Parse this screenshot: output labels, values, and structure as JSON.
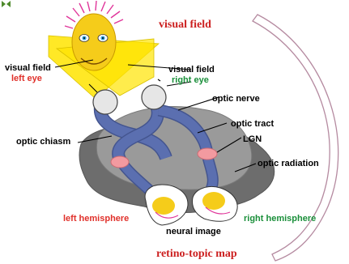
{
  "colors": {
    "yellow": "#ffe400",
    "face": "#f5cc1a",
    "hair": "#e0359a",
    "eye_blue": "#35a6df",
    "nerve": "#5b6fb0",
    "brain": "#8e8e8e",
    "brain_dark": "#6d6d6d",
    "lgn": "#f29aa0",
    "red_label": "#e0302a",
    "green_label": "#1a8f3a",
    "title_red": "#cc1f1f",
    "arc": "#b58aa0",
    "logo": "#4e8a2c"
  },
  "labels": {
    "visual_field_title": "visual field",
    "visual_field_left": "visual field",
    "left_eye": "left eye",
    "visual_field_right": "visual field",
    "right_eye": "right eye",
    "optic_nerve": "optic nerve",
    "optic_tract": "optic tract",
    "optic_chiasm": "optic chiasm",
    "lgn": "LGN",
    "optic_radiation": "optic radiation",
    "left_hemisphere": "left hemisphere",
    "right_hemisphere": "right hemisphere",
    "neural_image": "neural image",
    "retino_topic_map": "retino-topic map"
  },
  "icons": [
    "logo-icon",
    "face-icon"
  ]
}
